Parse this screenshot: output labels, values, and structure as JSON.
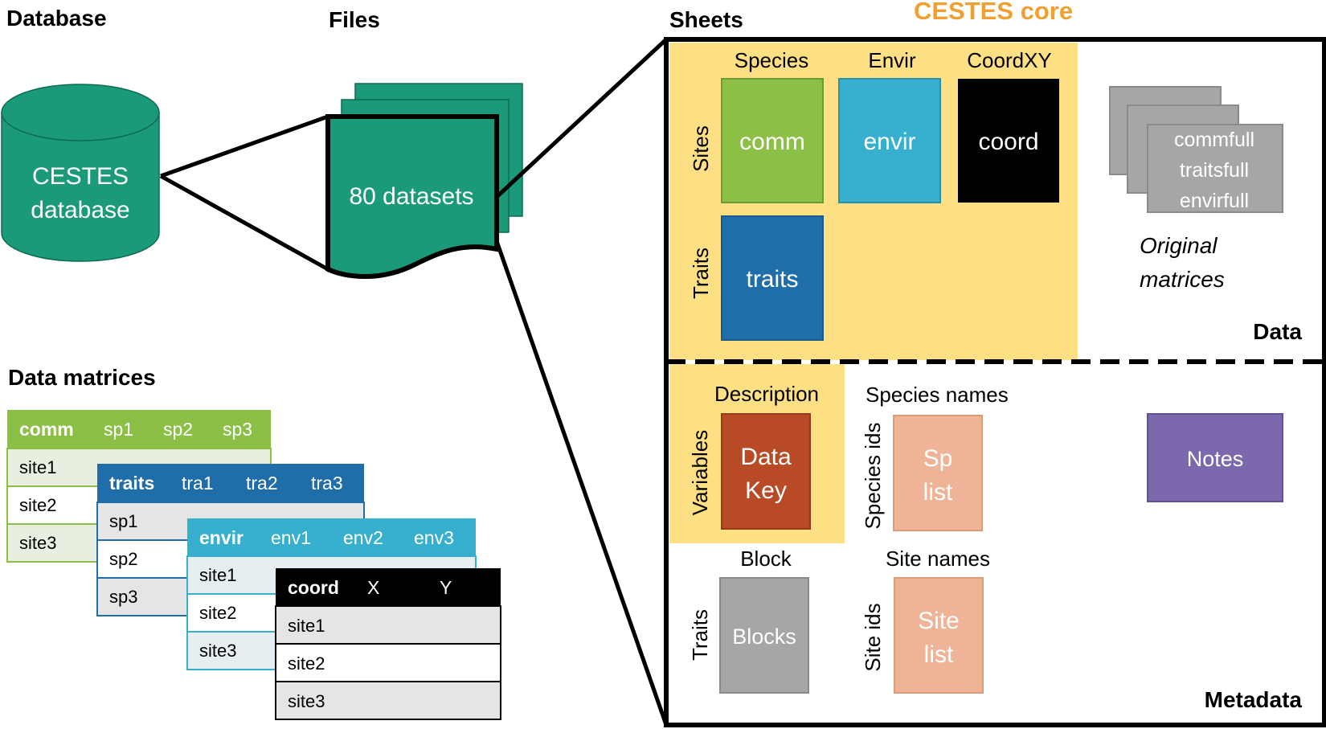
{
  "headers": {
    "database": "Database",
    "files": "Files",
    "sheets": "Sheets",
    "cestes_core": "CESTES core",
    "data_matrices": "Data matrices"
  },
  "database": {
    "line1": "CESTES",
    "line2": "database"
  },
  "files": {
    "label": "80 datasets"
  },
  "data_section": {
    "col_species": "Species",
    "col_envir": "Envir",
    "col_coordxy": "CoordXY",
    "row_sites": "Sites",
    "row_traits": "Traits",
    "box_comm": "comm",
    "box_envir": "envir",
    "box_coord": "coord",
    "box_traits": "traits",
    "original": {
      "line1": "commfull",
      "line2": "traitsfull",
      "line3": "envirfull"
    },
    "original_label": {
      "line1": "Original",
      "line2": "matrices"
    },
    "section_label": "Data"
  },
  "metadata_section": {
    "description": "Description",
    "variables": "Variables",
    "data_key": {
      "line1": "Data",
      "line2": "Key"
    },
    "species_names": "Species names",
    "species_ids": "Species ids",
    "sp_list": {
      "line1": "Sp",
      "line2": "list"
    },
    "notes": "Notes",
    "block": "Block",
    "traits": "Traits",
    "blocks": "Blocks",
    "site_names": "Site names",
    "site_ids": "Site ids",
    "site_list": {
      "line1": "Site",
      "line2": "list"
    },
    "section_label": "Metadata"
  },
  "tables": {
    "comm": {
      "name": "comm",
      "cols": [
        "sp1",
        "sp2",
        "sp3"
      ],
      "rows": [
        "site1",
        "site2",
        "site3"
      ]
    },
    "traits": {
      "name": "traits",
      "cols": [
        "tra1",
        "tra2",
        "tra3"
      ],
      "rows": [
        "sp1",
        "sp2",
        "sp3"
      ]
    },
    "envir": {
      "name": "envir",
      "cols": [
        "env1",
        "env2",
        "env3"
      ],
      "rows": [
        "site1",
        "site2",
        "site3"
      ]
    },
    "coord": {
      "name": "coord",
      "cols": [
        "X",
        "Y"
      ],
      "rows": [
        "site1",
        "site2",
        "site3"
      ]
    }
  },
  "colors": {
    "teal": "#1a9a78",
    "core_bg": "#fde083",
    "cestes_core_title": "#f0a030",
    "comm": "#8bbf45",
    "envir": "#37b0cf",
    "coord": "#000000",
    "traits": "#1f6eaa",
    "original": "#a6a6a6",
    "data_key": "#b94a26",
    "lists": "#efb497",
    "notes": "#7b68ad",
    "blocks": "#a6a6a6"
  }
}
